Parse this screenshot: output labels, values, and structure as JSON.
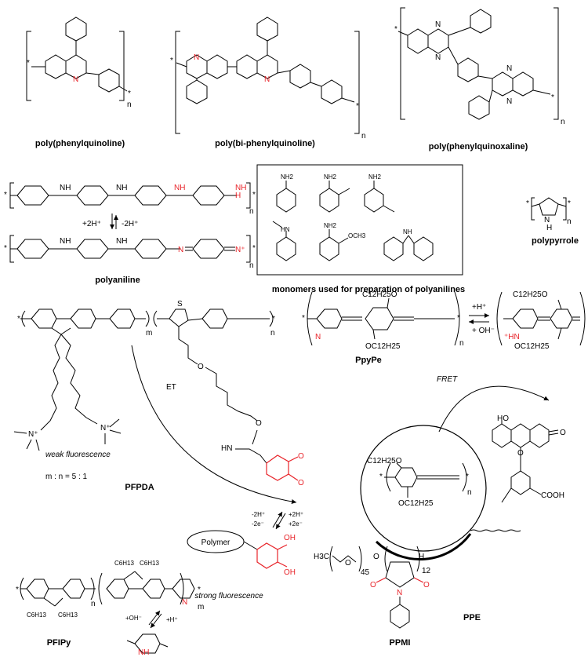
{
  "labels": {
    "phenylquinoline": "poly(phenylquinoline)",
    "biphenylquinoline": "poly(bi-phenylquinoline)",
    "phenylquinoxaline": "poly(phenylquinoxaline)",
    "polyaniline": "polyaniline",
    "monomers": "monomers used for preparation of polyanilines",
    "polypyrrole": "polypyrrole",
    "pfpda": "PFPDA",
    "ppype": "PpyPe",
    "ppe": "PPE",
    "pfipy": "PFIPy",
    "ppmi": "PPMI"
  },
  "annotations": {
    "weak_fluorescence": "weak fluorescence",
    "strong_fluorescence": "strong fluorescence",
    "ratio": "m : n = 5 : 1",
    "et": "ET",
    "fret": "FRET",
    "polymer": "Polymer"
  },
  "equilibria": {
    "aniline_left": "+2H⁺",
    "aniline_right": "-2H⁺",
    "ppype_top": "+H⁺",
    "ppype_bottom": "+ OH⁻",
    "pfpda_l1": "-2H⁺",
    "pfpda_l2": "-2e⁻",
    "pfpda_r1": "+2H⁺",
    "pfpda_r2": "+2e⁻",
    "pfipy_l": "+OH⁻",
    "pfipy_r": "+H⁺"
  },
  "atoms": {
    "n": "N",
    "nh": "NH",
    "hn": "HN",
    "h": "H",
    "o": "O",
    "s": "S",
    "nplus": "N⁺",
    "hnplus": "⁺HN",
    "nh2": "NH2",
    "och3": "OCH3",
    "ho": "HO",
    "oh": "OH",
    "cooh": "COOH",
    "star": "*",
    "sub_n": "n",
    "sub_m": "m",
    "c12h25o": "C12H25O",
    "oc12h25": "OC12H25",
    "c6h13": "C6H13",
    "h3c": "H3C",
    "num45": "45",
    "num12": "12"
  },
  "colors": {
    "heteroatom_highlight": "#e8242a",
    "line": "#000000"
  }
}
